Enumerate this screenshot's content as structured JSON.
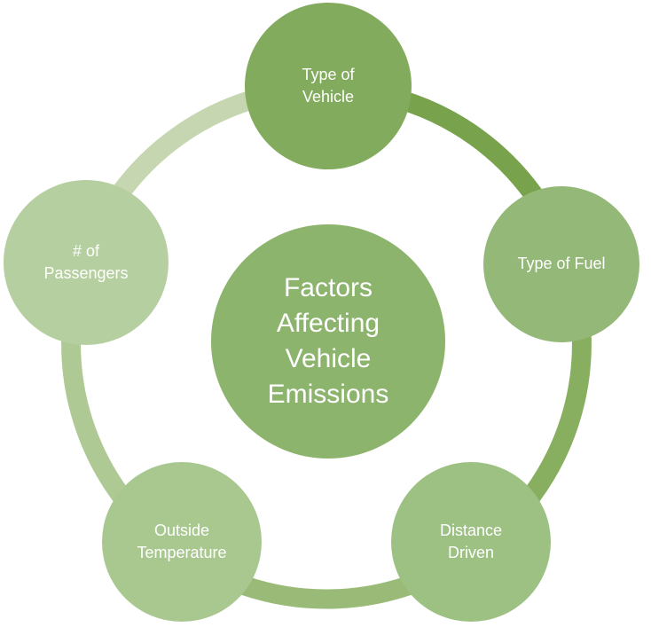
{
  "diagram": {
    "center": {
      "label": "Factors\nAffecting\nVehicle\nEmissions",
      "color": "#8CB46D"
    },
    "nodes": [
      {
        "id": "type-of-vehicle",
        "label": "Type of\nVehicle",
        "color": "#83AB5D"
      },
      {
        "id": "type-of-fuel",
        "label": "Type of Fuel",
        "color": "#93B877"
      },
      {
        "id": "distance-driven",
        "label": "Distance\nDriven",
        "color": "#9DC083"
      },
      {
        "id": "outside-temperature",
        "label": "Outside\nTemperature",
        "color": "#A9C890"
      },
      {
        "id": "number-of-passengers",
        "label": "# of\nPassengers",
        "color": "#B6CFA0"
      }
    ],
    "ring_segments": [
      {
        "from": "type-of-vehicle",
        "to": "type-of-fuel",
        "color": "#79A24C"
      },
      {
        "from": "type-of-fuel",
        "to": "distance-driven",
        "color": "#88AE60"
      },
      {
        "from": "distance-driven",
        "to": "outside-temperature",
        "color": "#9ABB77"
      },
      {
        "from": "outside-temperature",
        "to": "number-of-passengers",
        "color": "#AFC994"
      },
      {
        "from": "number-of-passengers",
        "to": "type-of-vehicle",
        "color": "#C6D6B0"
      }
    ],
    "text_color": "#FFFFFF",
    "background_color": "#FFFFFF"
  }
}
